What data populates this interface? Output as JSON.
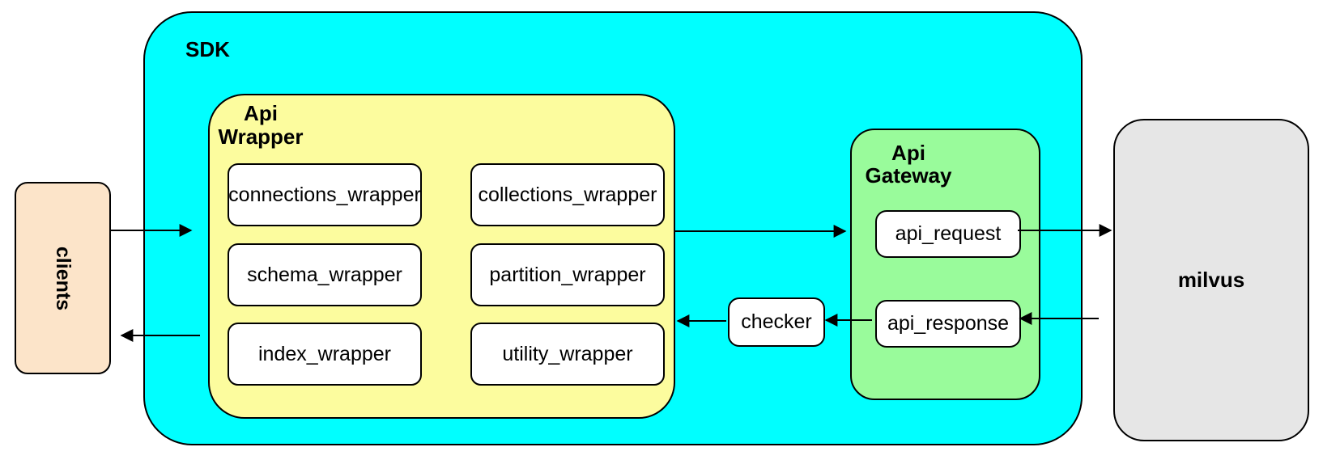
{
  "colors": {
    "sdk": "#00ffff",
    "api_wrapper": "#fcfc9e",
    "api_gateway": "#99fb9b",
    "clients": "#fce4c9",
    "milvus": "#e6e6e6",
    "node_fill": "#ffffff",
    "line": "#000000"
  },
  "clients": {
    "label": "clients"
  },
  "sdk": {
    "label": "SDK",
    "api_wrapper": {
      "label_line1": "Api",
      "label_line2": "Wrapper",
      "left_column": [
        {
          "label": "connections_wrapper"
        },
        {
          "label": "schema_wrapper"
        },
        {
          "label": "index_wrapper"
        }
      ],
      "right_column": [
        {
          "label": "collections_wrapper"
        },
        {
          "label": "partition_wrapper"
        },
        {
          "label": "utility_wrapper"
        }
      ]
    },
    "checker": {
      "label": "checker"
    },
    "api_gateway": {
      "label_line1": "Api",
      "label_line2": "Gateway",
      "request": {
        "label": "api_request"
      },
      "response": {
        "label": "api_response"
      }
    }
  },
  "milvus": {
    "label": "milvus"
  }
}
